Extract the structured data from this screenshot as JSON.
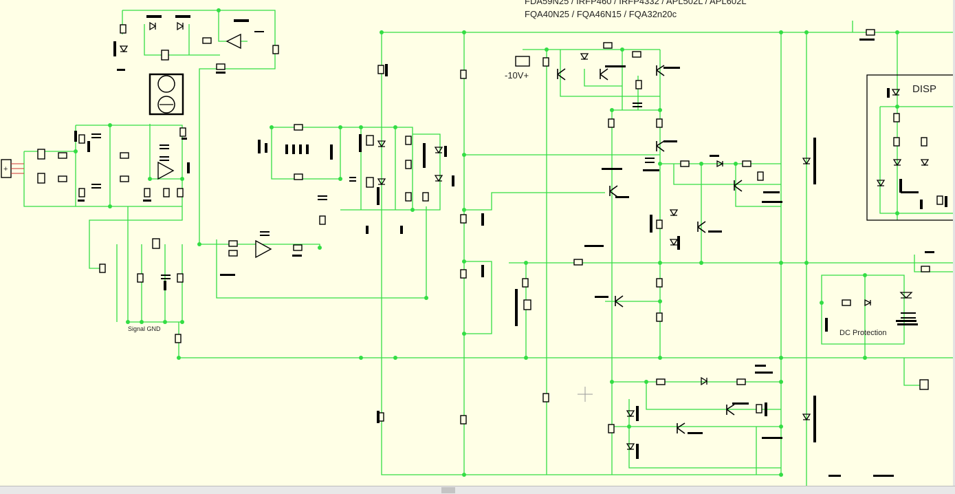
{
  "schematic": {
    "header_line1": "FDA59N25 / IRFP460 / IRFP4332 / APL502L / APL602L",
    "header_line2": "FQA40N25 / FQA46N15 / FQA32n20c",
    "label_minus10v": "-10V+",
    "label_signal_gnd": "Signal GND",
    "label_dc_protection": "DC Protection",
    "label_display": "DISP"
  },
  "colors": {
    "background": "#ffffe6",
    "wire": "#33dd44",
    "component": "#000000",
    "pin": "#cc3333"
  }
}
